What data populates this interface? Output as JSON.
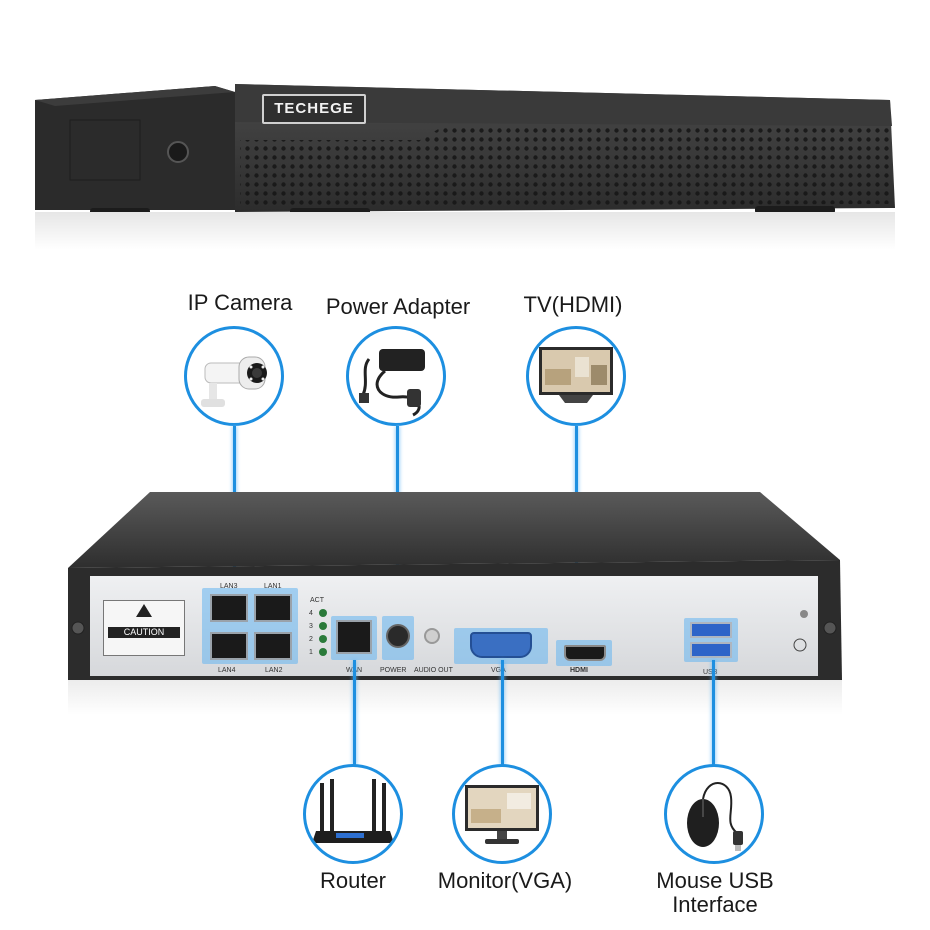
{
  "brand": "TECHEGE",
  "devices": {
    "ip_camera": "IP Camera",
    "power_adapter": "Power Adapter",
    "tv": "TV(HDMI)",
    "router": "Router",
    "monitor": "Monitor(VGA)",
    "mouse_line1": "Mouse USB",
    "mouse_line2": "Interface"
  },
  "ports": {
    "lan3": "LAN3",
    "lan1": "LAN1",
    "lan4": "LAN4",
    "lan2": "LAN2",
    "act": "ACT",
    "led4": "4",
    "led3": "3",
    "led2": "2",
    "led1": "1",
    "wan": "WAN",
    "power": "POWER",
    "audio_out": "AUDIO OUT",
    "vga": "VGA",
    "hdmi": "HDMI",
    "usb": "USB"
  },
  "caution": "CAUTION",
  "colors": {
    "accent": "#1d8fe0",
    "device_body": "#2a2a2a",
    "panel": "#e6e7e9"
  }
}
